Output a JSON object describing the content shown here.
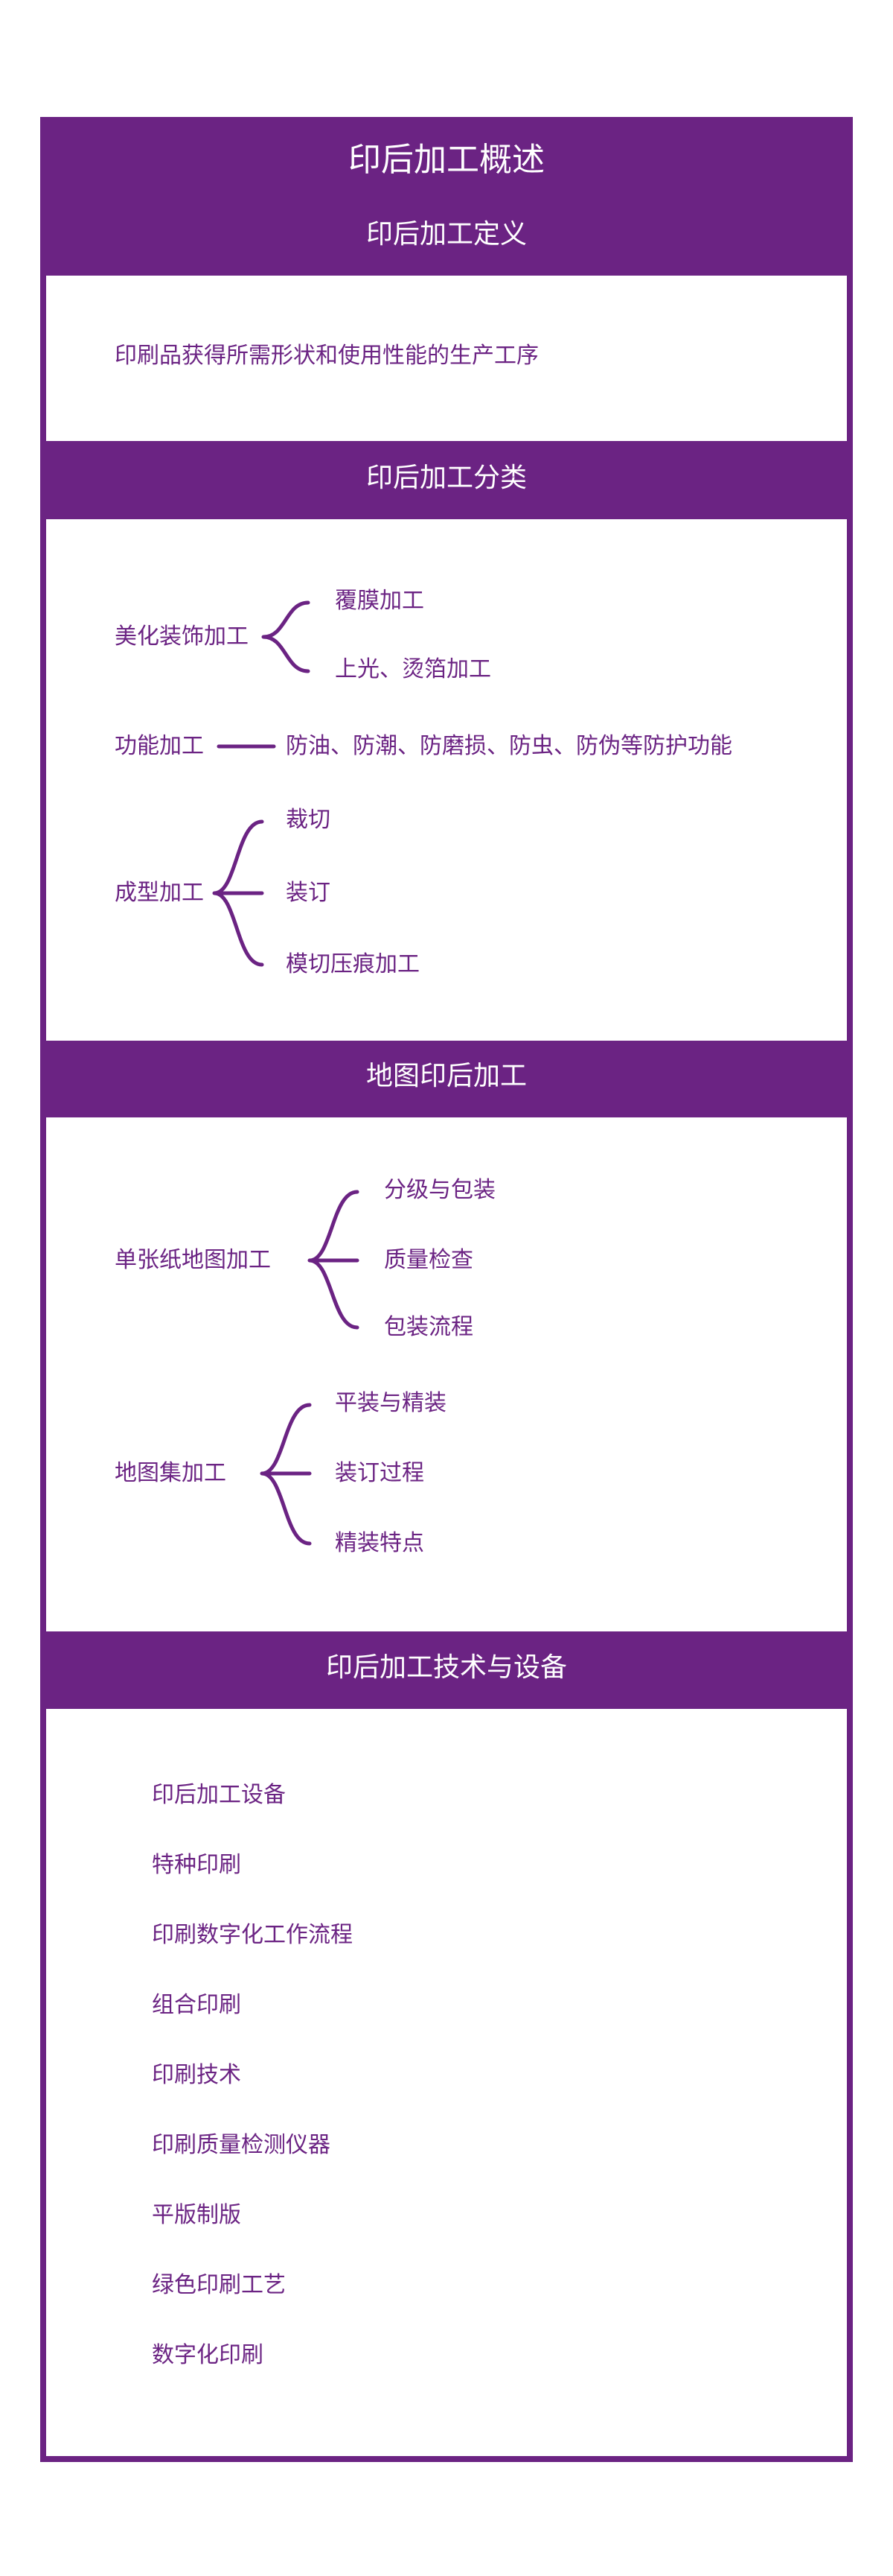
{
  "title": "印后加工概述",
  "colors": {
    "primary": "#6b2383",
    "background": "#ffffff"
  },
  "sections": [
    {
      "title": "印后加工定义",
      "text": "印刷品获得所需形状和使用性能的生产工序"
    },
    {
      "title": "印后加工分类",
      "groups": [
        {
          "label": "美化装饰加工",
          "children": [
            "覆膜加工",
            "上光、烫箔加工"
          ]
        },
        {
          "label": "功能加工",
          "children": [
            "防油、防潮、防磨损、防虫、防伪等防护功能"
          ]
        },
        {
          "label": "成型加工",
          "children": [
            "裁切",
            "装订",
            "模切压痕加工"
          ]
        }
      ]
    },
    {
      "title": "地图印后加工",
      "groups": [
        {
          "label": "单张纸地图加工",
          "children": [
            "分级与包装",
            "质量检查",
            "包装流程"
          ]
        },
        {
          "label": "地图集加工",
          "children": [
            "平装与精装",
            "装订过程",
            "精装特点"
          ]
        }
      ]
    },
    {
      "title": "印后加工技术与设备",
      "items": [
        "印后加工设备",
        "特种印刷",
        "印刷数字化工作流程",
        "组合印刷",
        "印刷技术",
        "印刷质量检测仪器",
        "平版制版",
        "绿色印刷工艺",
        "数字化印刷"
      ]
    }
  ]
}
